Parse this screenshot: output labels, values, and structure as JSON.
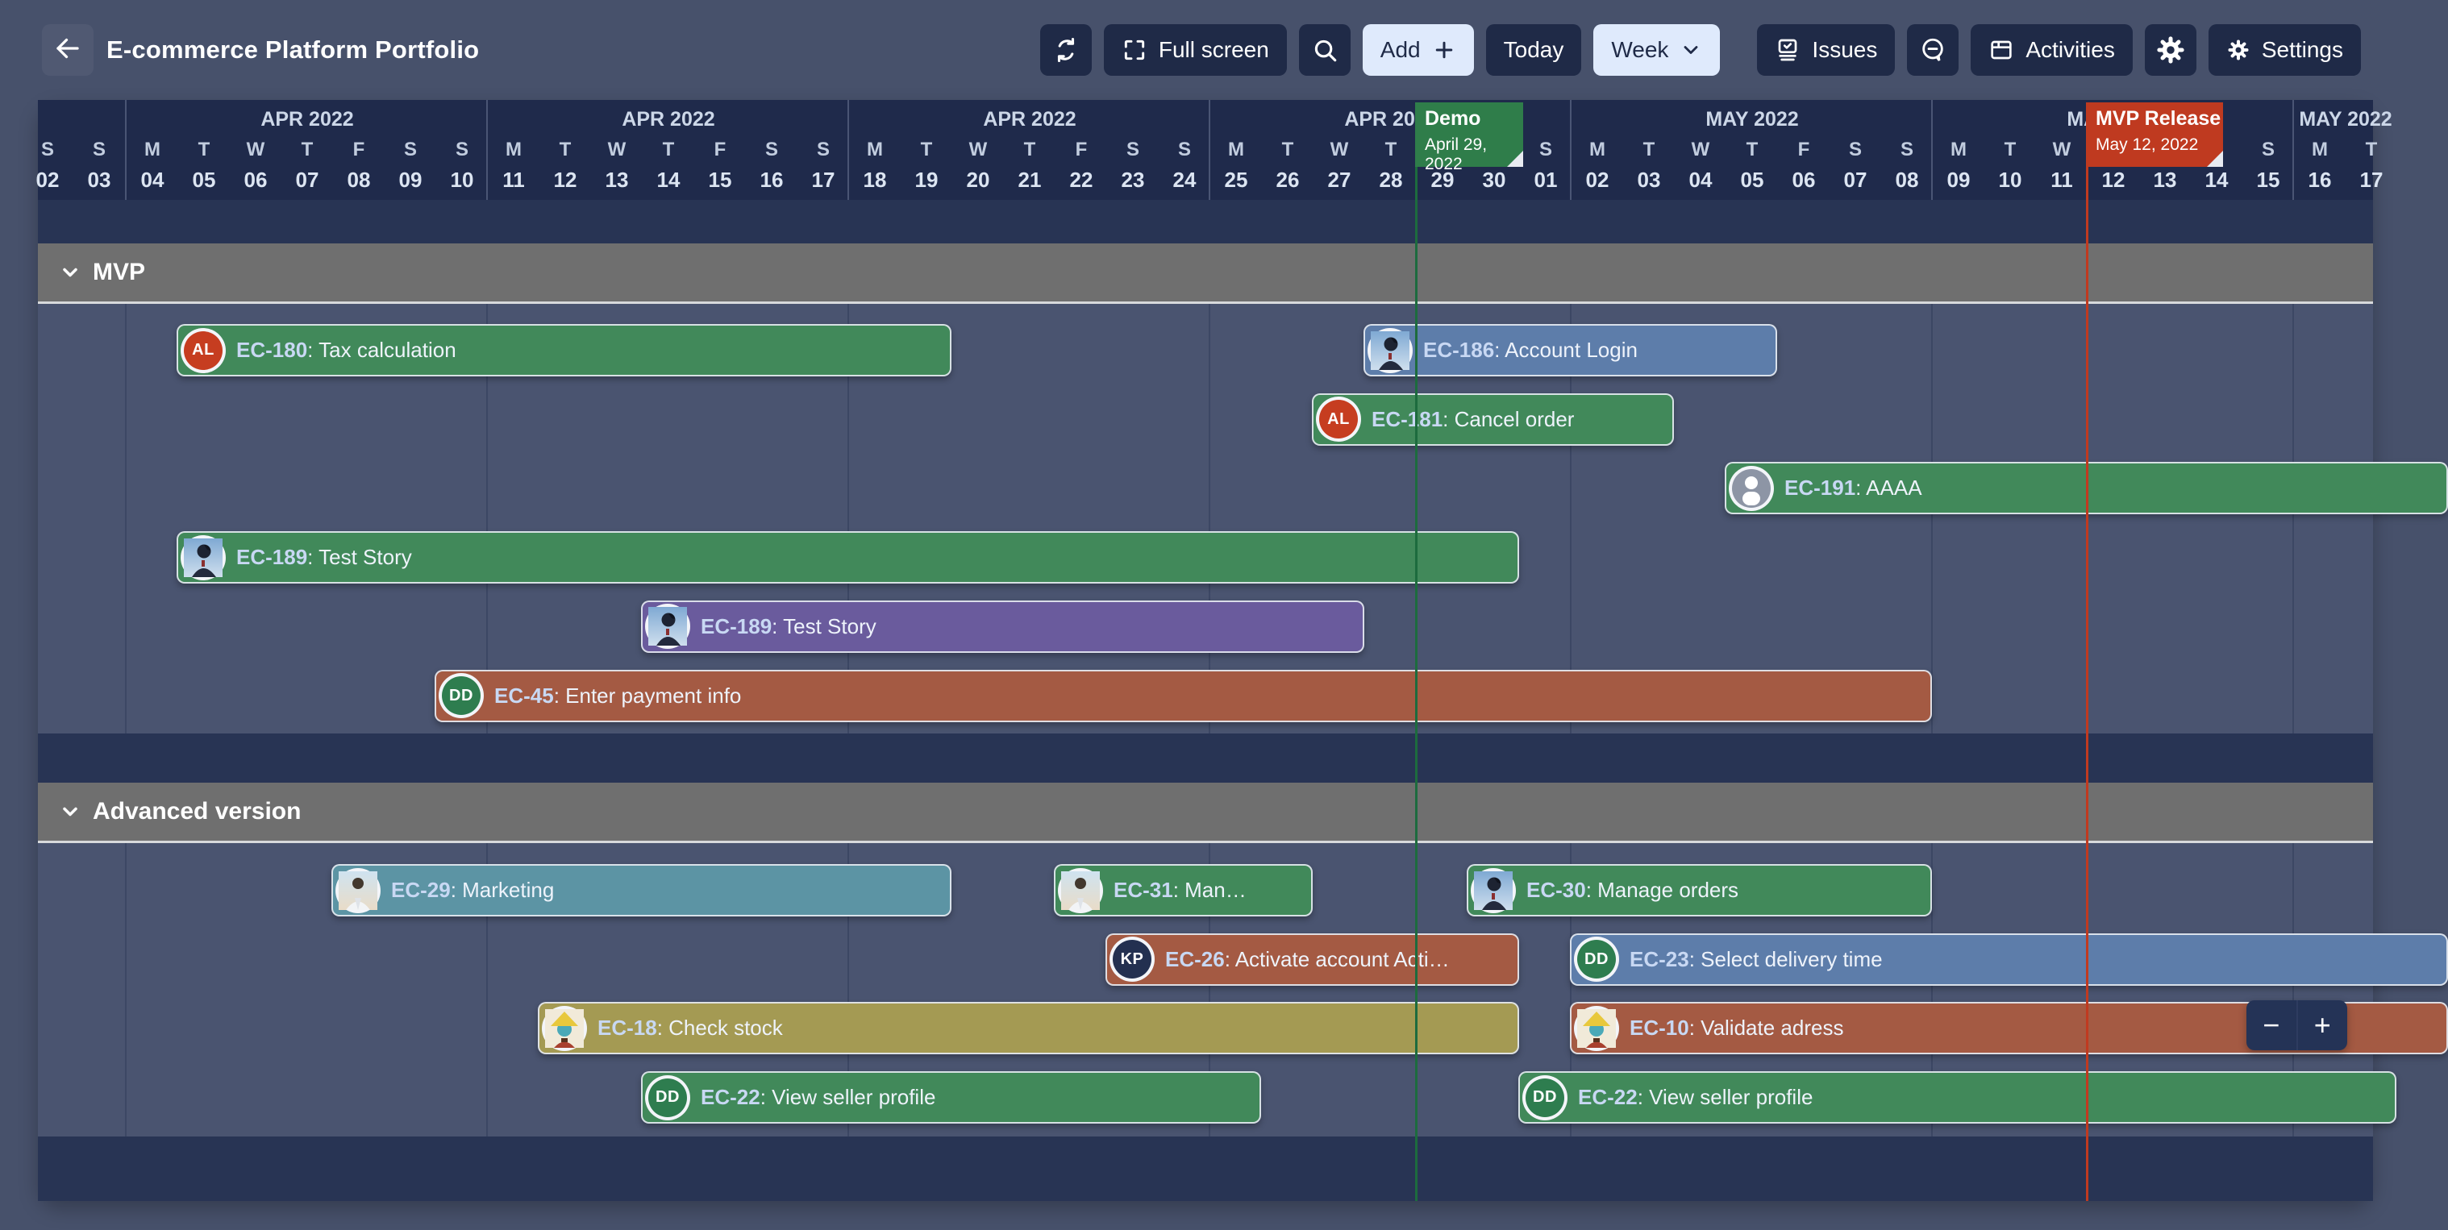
{
  "toolbar": {
    "title": "E-commerce Platform Portfolio",
    "buttons": {
      "full_screen": "Full screen",
      "add": "Add",
      "today": "Today",
      "week": "Week",
      "issues": "Issues",
      "activities": "Activities",
      "settings": "Settings"
    }
  },
  "colors": {
    "green": "#41895a",
    "blue": "#5d7daa",
    "purple": "#6a5b9d",
    "brown": "#a45a43",
    "teal": "#5c94a4",
    "olive": "#a49a53"
  },
  "avatars": {
    "AL": {
      "type": "initials",
      "text": "AL",
      "bg": "#c63d20"
    },
    "DD": {
      "type": "initials",
      "text": "DD",
      "bg": "#2e7d4f"
    },
    "KP": {
      "type": "initials",
      "text": "KP",
      "bg": "#233050"
    },
    "default": {
      "type": "person",
      "bg": "#8d95a5"
    },
    "ninja": {
      "type": "photo-ninja"
    },
    "casual": {
      "type": "photo-casual"
    },
    "cartoon": {
      "type": "cartoon"
    }
  },
  "timeline": {
    "weeks": [
      {
        "month": "",
        "days": [
          [
            "S",
            "02"
          ],
          [
            "S",
            "03"
          ]
        ]
      },
      {
        "month": "APR 2022",
        "days": [
          [
            "M",
            "04"
          ],
          [
            "T",
            "05"
          ],
          [
            "W",
            "06"
          ],
          [
            "T",
            "07"
          ],
          [
            "F",
            "08"
          ],
          [
            "S",
            "09"
          ],
          [
            "S",
            "10"
          ]
        ]
      },
      {
        "month": "APR 2022",
        "days": [
          [
            "M",
            "11"
          ],
          [
            "T",
            "12"
          ],
          [
            "W",
            "13"
          ],
          [
            "T",
            "14"
          ],
          [
            "F",
            "15"
          ],
          [
            "S",
            "16"
          ],
          [
            "S",
            "17"
          ]
        ]
      },
      {
        "month": "APR 2022",
        "days": [
          [
            "M",
            "18"
          ],
          [
            "T",
            "19"
          ],
          [
            "W",
            "20"
          ],
          [
            "T",
            "21"
          ],
          [
            "F",
            "22"
          ],
          [
            "S",
            "23"
          ],
          [
            "S",
            "24"
          ]
        ]
      },
      {
        "month": "APR 2022",
        "days": [
          [
            "M",
            "25"
          ],
          [
            "T",
            "26"
          ],
          [
            "W",
            "27"
          ],
          [
            "T",
            "28"
          ],
          [
            "F",
            "29"
          ],
          [
            "S",
            "30"
          ],
          [
            "S",
            "01"
          ]
        ]
      },
      {
        "month": "MAY 2022",
        "days": [
          [
            "M",
            "02"
          ],
          [
            "T",
            "03"
          ],
          [
            "W",
            "04"
          ],
          [
            "T",
            "05"
          ],
          [
            "F",
            "06"
          ],
          [
            "S",
            "07"
          ],
          [
            "S",
            "08"
          ]
        ]
      },
      {
        "month": "MAY 2022",
        "days": [
          [
            "M",
            "09"
          ],
          [
            "T",
            "10"
          ],
          [
            "W",
            "11"
          ],
          [
            "T",
            "12"
          ],
          [
            "F",
            "13"
          ],
          [
            "S",
            "14"
          ],
          [
            "S",
            "15"
          ]
        ]
      },
      {
        "month": "MAY 2022",
        "days": [
          [
            "M",
            "16"
          ],
          [
            "T",
            "17"
          ]
        ]
      }
    ],
    "markers": [
      {
        "name": "Demo",
        "date": "April 29, 2022",
        "day": 27,
        "width_days": 2.1,
        "color": "#2f7d4a",
        "line_color": "#1d6b3e"
      },
      {
        "name": "MVP Release",
        "date": "May 12, 2022",
        "day": 40,
        "width_days": 2.65,
        "color": "#bf3a20",
        "line_color": "#c03a20"
      }
    ]
  },
  "sections": [
    {
      "title": "MVP",
      "bars": [
        {
          "key": "EC-180",
          "summary": "Tax calculation",
          "color": "green",
          "avatar": "AL",
          "start": 3,
          "days": 15,
          "row": 0
        },
        {
          "key": "EC-186",
          "summary": "Account Login",
          "color": "blue",
          "avatar": "ninja",
          "start": 26,
          "days": 8,
          "row": 0
        },
        {
          "key": "EC-181",
          "summary": "Cancel order",
          "color": "green",
          "avatar": "AL",
          "start": 25,
          "days": 7,
          "row": 1
        },
        {
          "key": "EC-191",
          "summary": "AAAA",
          "color": "green",
          "avatar": "default",
          "start": 33,
          "days": 14,
          "row": 2
        },
        {
          "key": "EC-189",
          "summary": "Test Story",
          "color": "green",
          "avatar": "ninja",
          "start": 3,
          "days": 26,
          "row": 3
        },
        {
          "key": "EC-189",
          "summary": "Test Story",
          "color": "purple",
          "avatar": "ninja",
          "start": 12,
          "days": 14,
          "row": 4
        },
        {
          "key": "EC-45",
          "summary": "Enter payment info",
          "color": "brown",
          "avatar": "DD",
          "start": 8,
          "days": 29,
          "row": 5
        }
      ]
    },
    {
      "title": "Advanced version",
      "bars": [
        {
          "key": "EC-29",
          "summary": "Marketing",
          "color": "teal",
          "avatar": "casual",
          "start": 6,
          "days": 12,
          "row": 0
        },
        {
          "key": "EC-31",
          "summary": "Man…",
          "color": "green",
          "avatar": "casual",
          "start": 20,
          "days": 5,
          "row": 0
        },
        {
          "key": "EC-30",
          "summary": "Manage orders",
          "color": "green",
          "avatar": "ninja",
          "start": 28,
          "days": 9,
          "row": 0
        },
        {
          "key": "EC-26",
          "summary": "Activate account Acti…",
          "color": "brown",
          "avatar": "KP",
          "start": 21,
          "days": 8,
          "row": 1
        },
        {
          "key": "EC-23",
          "summary": "Select delivery time",
          "color": "blue",
          "avatar": "DD",
          "start": 30,
          "days": 17,
          "row": 1
        },
        {
          "key": "EC-18",
          "summary": "Check stock",
          "color": "olive",
          "avatar": "cartoon",
          "start": 10,
          "days": 19,
          "row": 2
        },
        {
          "key": "EC-10",
          "summary": "Validate adress",
          "color": "brown",
          "avatar": "cartoon",
          "start": 30,
          "days": 17,
          "row": 2
        },
        {
          "key": "EC-22",
          "summary": "View seller profile",
          "color": "green",
          "avatar": "DD",
          "start": 12,
          "days": 12,
          "row": 3
        },
        {
          "key": "EC-22",
          "summary": "View seller profile",
          "color": "green",
          "avatar": "DD",
          "start": 29,
          "days": 17,
          "row": 3
        }
      ]
    }
  ],
  "zoom": {
    "minus": "−",
    "plus": "+"
  }
}
